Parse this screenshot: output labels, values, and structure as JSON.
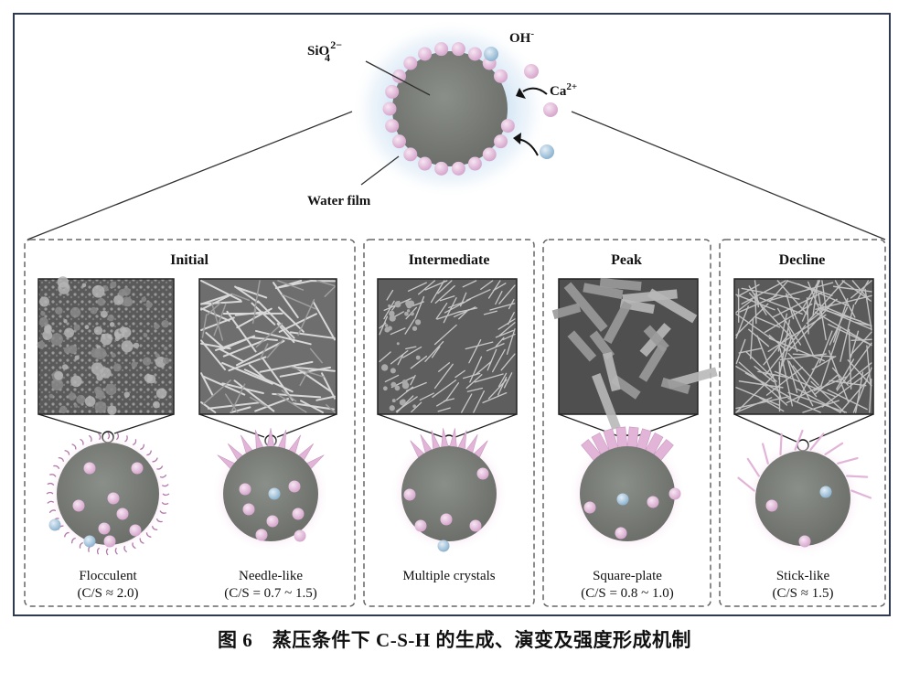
{
  "top_particle": {
    "labels": {
      "silicate": "SiO",
      "silicate_sub": "4",
      "silicate_sup": "2−",
      "hydroxide": "OH",
      "hydroxide_sup": "-",
      "calcium": "Ca",
      "calcium_sup": "2+",
      "water_film": "Water film"
    }
  },
  "stages": [
    {
      "title": "Initial"
    },
    {
      "title": "Intermediate"
    },
    {
      "title": "Peak"
    },
    {
      "title": "Decline"
    }
  ],
  "morphologies": [
    {
      "name": "Flocculent",
      "ratio": "(C/S ≈ 2.0)"
    },
    {
      "name": "Needle-like",
      "ratio": "(C/S = 0.7 ~ 1.5)"
    },
    {
      "name": "Multiple crystals",
      "ratio": ""
    },
    {
      "name": "Square-plate",
      "ratio": "(C/S = 0.8 ~ 1.0)"
    },
    {
      "name": "Stick-like",
      "ratio": "(C/S ≈ 1.5)"
    }
  ],
  "caption": "图 6　蒸压条件下 C-S-H 的生成、演变及强度形成机制",
  "colors": {
    "frame": "#2f3a52",
    "particle_core": "#7a7d78",
    "pink_ion": "#e2b9d9",
    "blue_ion": "#a9c7dc",
    "glow": "#cfe3f4",
    "dashed_box": "#666666"
  }
}
